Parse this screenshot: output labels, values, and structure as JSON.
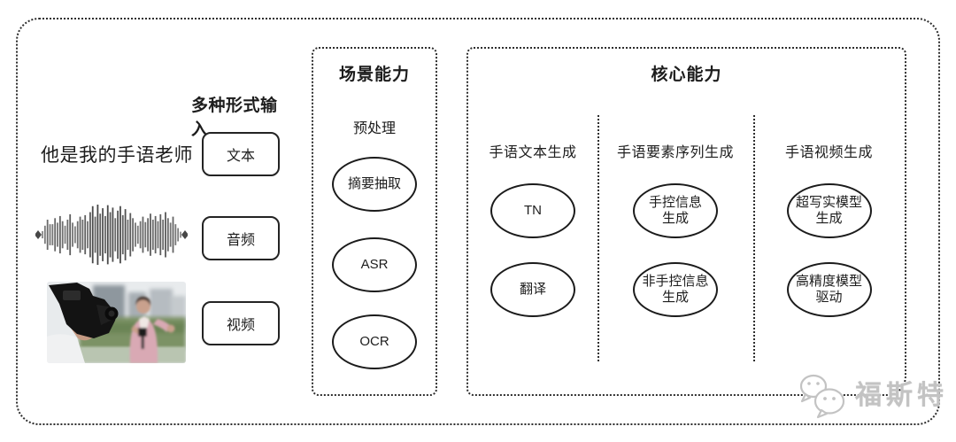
{
  "colors": {
    "line": "#2e2e2e",
    "node_stroke": "#1b1b1b",
    "watermark": "#c3c3c3",
    "background": "#ffffff"
  },
  "input_section": {
    "header": "多种形式输入",
    "sample_sentence": "他是我的手语老师",
    "items": [
      {
        "label": "文本"
      },
      {
        "label": "音频"
      },
      {
        "label": "视频"
      }
    ],
    "icons": {
      "audio": "audio-waveform-icon",
      "video": "interview-photo"
    }
  },
  "scene_box": {
    "title": "场景能力",
    "group_label": "预处理",
    "nodes": [
      "摘要抽取",
      "ASR",
      "OCR"
    ]
  },
  "core_box": {
    "title": "核心能力",
    "columns": [
      {
        "header": "手语文本生成",
        "nodes": [
          "TN",
          "翻译"
        ]
      },
      {
        "header": "手语要素序列生成",
        "nodes": [
          "手控信息\n生成",
          "非手控信息\n生成"
        ]
      },
      {
        "header": "手语视频生成",
        "nodes": [
          "超写实模型\n生成",
          "高精度模型\n驱动"
        ]
      }
    ]
  },
  "watermark": {
    "text": "福斯特",
    "icon": "chat-bubbles-icon"
  }
}
